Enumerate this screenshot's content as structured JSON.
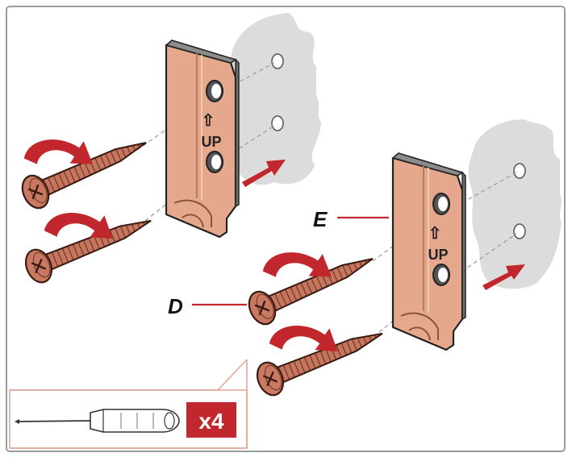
{
  "callouts": {
    "bracket_label": "E",
    "screw_label": "D"
  },
  "bracket": {
    "up_arrow": "⇧",
    "up_text": "UP"
  },
  "tool": {
    "icon": "screwdriver-icon",
    "quantity_label": "x4"
  },
  "colors": {
    "bracket_fill": "#e6a88c",
    "bracket_dark": "#b97a60",
    "screw_fill": "#c0715a",
    "screw_dark": "#7a3a2a",
    "wall": "#dcdcdc",
    "accent_red": "#c1272d",
    "callout_border": "#e0a898",
    "frame_border": "#9b9b9b"
  }
}
